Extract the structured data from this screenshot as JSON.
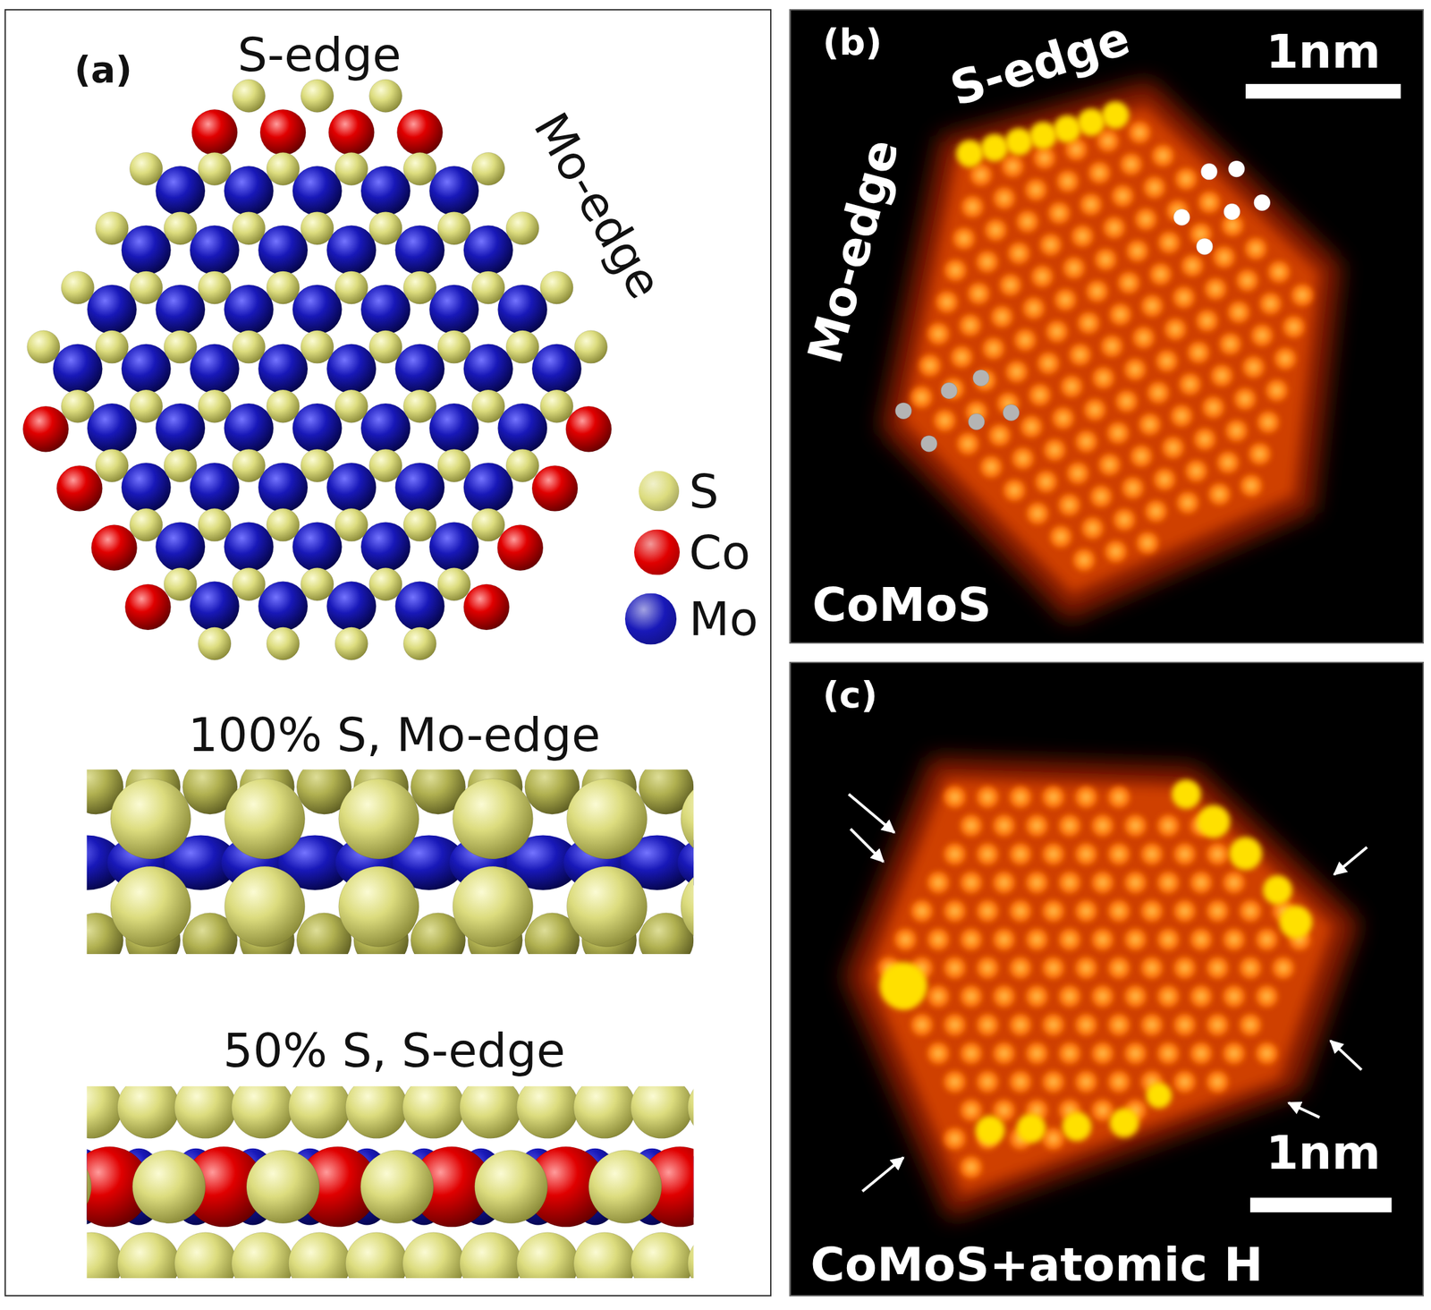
{
  "diagram": {
    "nodes": [
      {
        "text": [
          "(a)"
        ]
      },
      {
        "text": [
          "(b)"
        ]
      },
      {
        "text": [
          "(c)"
        ]
      }
    ],
    "labels": [
      "S-edge",
      "Mo-edge",
      "100% S, Mo-edge",
      "50% S, S-edge",
      "S-edge",
      "Mo-edge",
      "1nm",
      "CoMoS",
      "1nm",
      "CoMoS+atomic H"
    ],
    "legend": [
      {
        "text": "S",
        "color": "#dcdc7e"
      },
      {
        "text": "Co",
        "color": "#e00000"
      },
      {
        "text": "Mo",
        "color": "#1818b8"
      }
    ]
  }
}
